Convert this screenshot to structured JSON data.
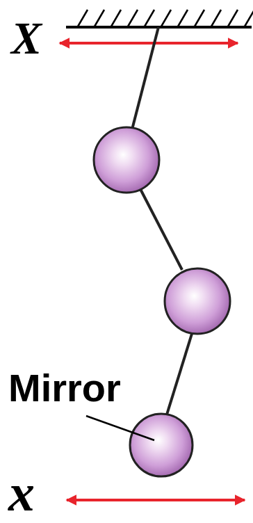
{
  "diagram": {
    "labels": [
      "X",
      "Mirror",
      "x"
    ]
  }
}
